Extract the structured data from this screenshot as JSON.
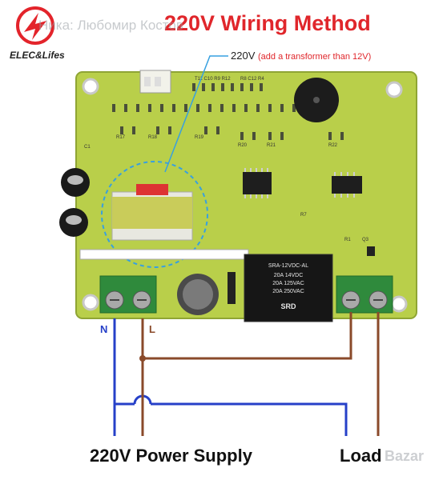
{
  "title": "220V Wiring Method",
  "logo": {
    "brand": "ELEC&Lifes"
  },
  "watermark_top": "Ника: Любомир Костов",
  "watermark_bottom": "Bazar",
  "annotation": {
    "voltage": "220V",
    "note": "(add a transformer than 12V)"
  },
  "terminals": {
    "neutral": "N",
    "live": "L"
  },
  "labels": {
    "power_supply": "220V Power Supply",
    "load": "Load"
  },
  "relay": {
    "line1": "SRA-12VDC-AL",
    "line2": "20A 14VDC",
    "line3": "20A 125VAC",
    "line4": "20A 250VAC",
    "brand": "SRD"
  },
  "colors": {
    "pcb": "#b9cf4a",
    "neutral_wire": "#2640c8",
    "live_wire": "#8a4a2a",
    "terminal": "#2f8a3c",
    "title": "#e0262b"
  }
}
